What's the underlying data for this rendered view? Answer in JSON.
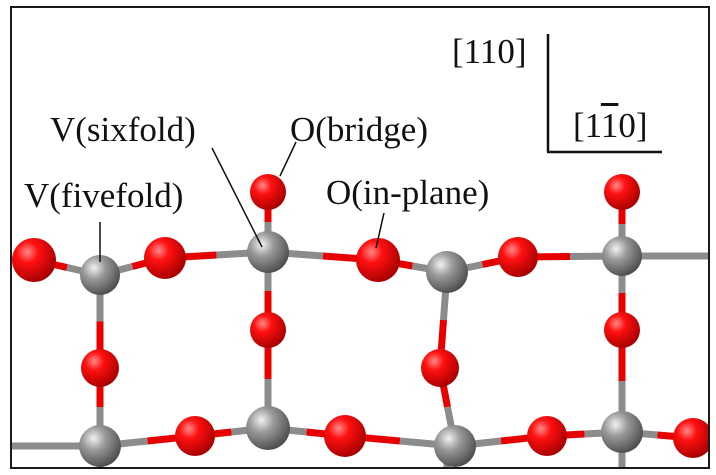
{
  "labels": {
    "vanadium_sixfold": "V(sixfold)",
    "oxygen_bridge": "O(bridge)",
    "vanadium_fivefold": "V(fivefold)",
    "oxygen_in_plane": "O(in-plane)"
  },
  "axes": {
    "vertical_direction": "[110]",
    "horizontal_direction_prefix": "[1",
    "horizontal_direction_barred_digit": "1",
    "horizontal_direction_suffix": "0]"
  },
  "colors": {
    "vanadium_atom": "#8c8c8c",
    "oxygen_atom": "#e60000",
    "frame": "#1a1a1a",
    "background": "#ffffff"
  }
}
